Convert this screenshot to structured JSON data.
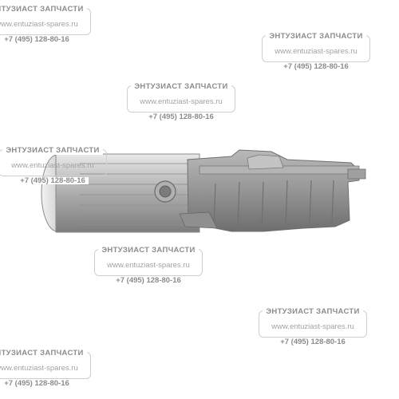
{
  "watermark": {
    "brand": "ЭНТУЗИАСТ ЗАПЧАСТИ",
    "site": "www.entuziast-spares.ru",
    "phone": "+7 (495) 128-80-16"
  }
}
